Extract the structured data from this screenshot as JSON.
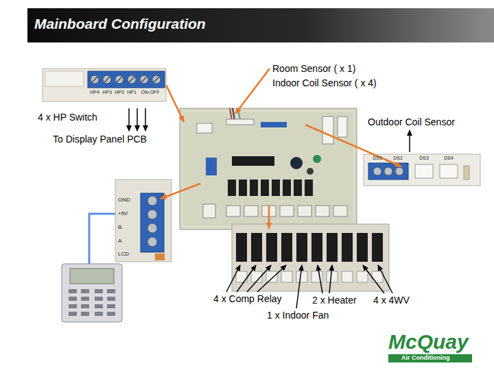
{
  "diagram": {
    "title": "Mainboard Configuration",
    "labels": [
      "Room Sensor ( x 1)",
      "Indoor Coil Sensor ( x 4)",
      "4 x HP Switch",
      "To Display Panel PCB",
      "Outdoor Coil Sensor",
      "4 x Comp Relay",
      "2 x Heater",
      "1 x Indoor Fan",
      "4 x 4WV",
      "McQuay",
      "Air Conditioning",
      "HP4",
      "HP3",
      "HP2",
      "HP1",
      "ON-OFF",
      "DS1",
      "DS2",
      "DS3",
      "DS4",
      "GND",
      "+5V",
      "B",
      "A",
      "LCD"
    ]
  }
}
